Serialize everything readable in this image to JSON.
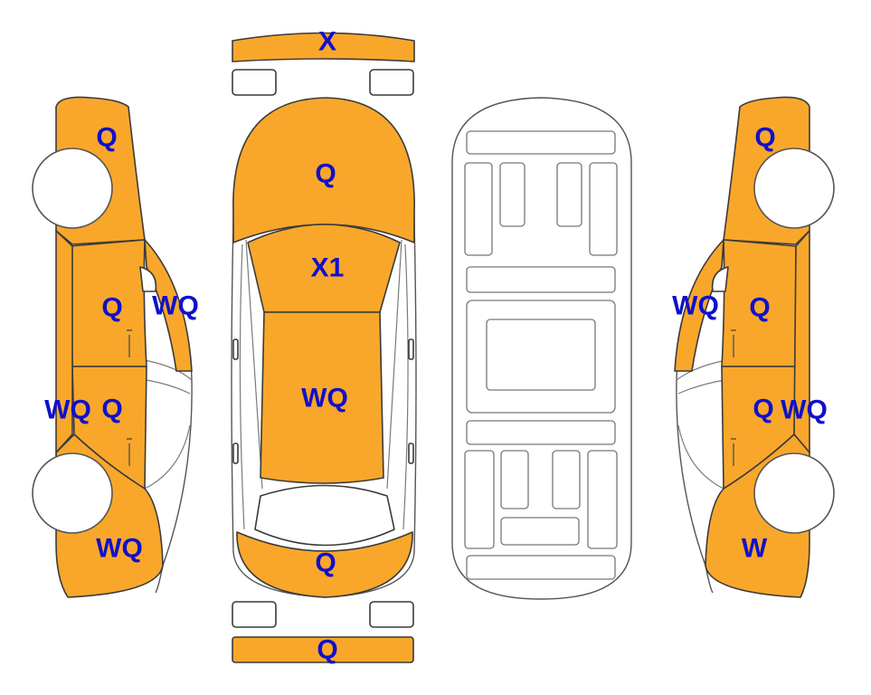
{
  "colors": {
    "damaged_fill": "#F9A72B",
    "code_text": "#1010CC",
    "outline": "#3a3a3a",
    "background": "#ffffff"
  },
  "codes": {
    "front_bumper": "X",
    "hood": "Q",
    "windshield_roof": "X1",
    "roof_rear": "WQ",
    "trunk": "Q",
    "rear_bumper": "Q",
    "left_front_fender": "Q",
    "left_front_door": "Q",
    "left_front_pillar": "WQ",
    "left_rear_door": "Q",
    "left_rocker": "WQ",
    "left_rear_quarter": "WQ",
    "right_front_fender": "Q",
    "right_front_pillar": "WQ",
    "right_front_door": "Q",
    "right_rear_door": "Q",
    "right_rear_pillar": "WQ",
    "right_rear_quarter": "W"
  }
}
